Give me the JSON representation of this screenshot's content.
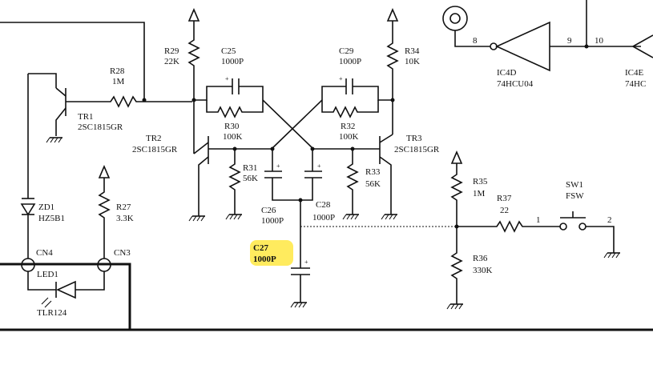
{
  "components": {
    "tr1": {
      "ref": "TR1",
      "part": "2SC1815GR"
    },
    "tr2": {
      "ref": "TR2",
      "part": "2SC1815GR"
    },
    "tr3": {
      "ref": "TR3",
      "part": "2SC1815GR"
    },
    "r28": {
      "ref": "R28",
      "value": "1M"
    },
    "r29": {
      "ref": "R29",
      "value": "22K"
    },
    "r30": {
      "ref": "R30",
      "value": "100K"
    },
    "r31": {
      "ref": "R31",
      "value": "56K"
    },
    "r32": {
      "ref": "R32",
      "value": "100K"
    },
    "r33": {
      "ref": "R33",
      "value": "56K"
    },
    "r34": {
      "ref": "R34",
      "value": "10K"
    },
    "r35": {
      "ref": "R35",
      "value": "1M"
    },
    "r36": {
      "ref": "R36",
      "value": "330K"
    },
    "r37": {
      "ref": "R37",
      "value": "22"
    },
    "r27": {
      "ref": "R27",
      "value": "3.3K"
    },
    "c25": {
      "ref": "C25",
      "value": "1000P"
    },
    "c26": {
      "ref": "C26",
      "value": "1000P"
    },
    "c27": {
      "ref": "C27",
      "value": "1000P"
    },
    "c28": {
      "ref": "C28",
      "value": "1000P"
    },
    "c29": {
      "ref": "C29",
      "value": "1000P"
    },
    "zd1": {
      "ref": "ZD1",
      "part": "HZ5B1"
    },
    "led1": {
      "ref": "LED1",
      "part": "TLR124"
    },
    "cn3": {
      "ref": "CN3"
    },
    "cn4": {
      "ref": "CN4"
    },
    "sw1": {
      "ref": "SW1",
      "part": "FSW"
    },
    "ic4d": {
      "ref": "IC4D",
      "part": "74HCU04"
    },
    "ic4e": {
      "ref": "IC4E",
      "part": "74HC"
    }
  },
  "pins": {
    "ic4d_in": "8",
    "ic4d_out": "9",
    "ic4e_in": "10",
    "sw1_a": "1",
    "sw1_b": "2"
  },
  "highlight": {
    "target": "C27 1000P",
    "color": "#ffe94d"
  }
}
